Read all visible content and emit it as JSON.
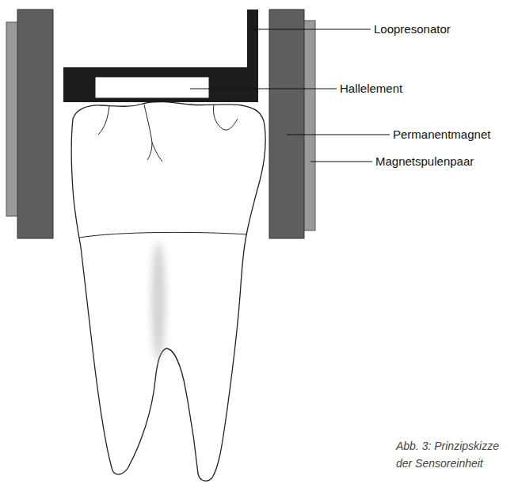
{
  "diagram": {
    "caption": "Abb. 3: Prinzipskizze der Sensoreinheit",
    "labels": [
      "Loopresonator",
      "Hallelement",
      "Permanentmagnet",
      "Magnetspulenpaar"
    ]
  }
}
